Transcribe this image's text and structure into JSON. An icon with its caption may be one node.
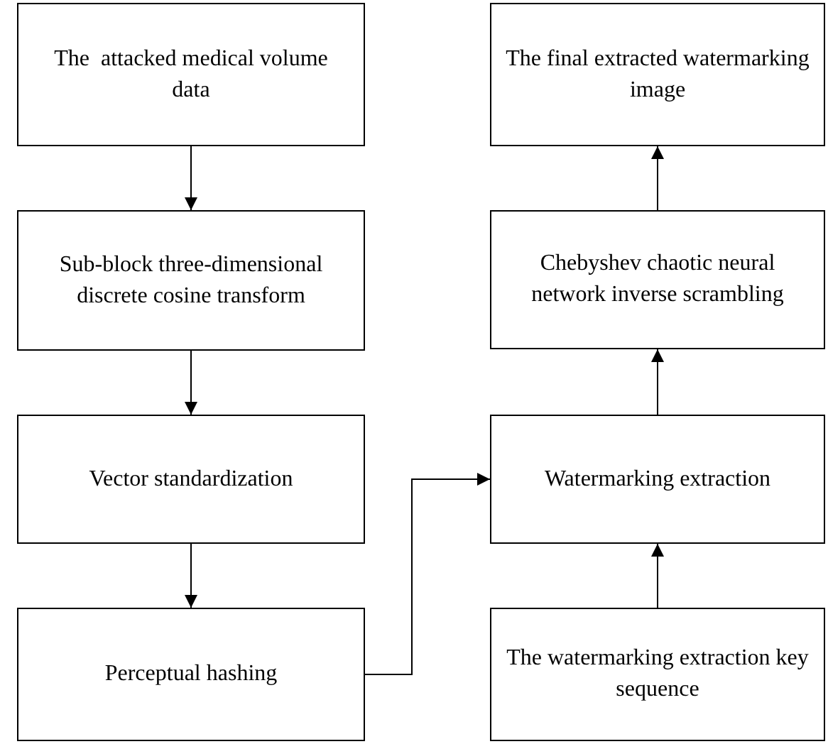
{
  "diagram": {
    "nodes": [
      {
        "text": [
          "The  attacked medical volume data"
        ]
      },
      {
        "text": [
          "Sub-block three-dimensional discrete cosine transform"
        ]
      },
      {
        "text": [
          "Vector standardization"
        ]
      },
      {
        "text": [
          "Perceptual hashing"
        ]
      },
      {
        "text": [
          "The final extracted watermarking image"
        ]
      },
      {
        "text": [
          "Chebyshev chaotic neural network inverse scrambling"
        ]
      },
      {
        "text": [
          "Watermarking extraction"
        ]
      },
      {
        "text": [
          "The watermarking extraction key sequence"
        ]
      }
    ],
    "edges": [
      {
        "from": 0,
        "to": 1,
        "arrow": "to"
      },
      {
        "from": 1,
        "to": 2,
        "arrow": "to"
      },
      {
        "from": 2,
        "to": 3,
        "arrow": "to"
      },
      {
        "from": 3,
        "to": 6,
        "arrow": "to"
      },
      {
        "from": 7,
        "to": 6,
        "arrow": "to"
      },
      {
        "from": 6,
        "to": 5,
        "arrow": "to"
      },
      {
        "from": 5,
        "to": 4,
        "arrow": "to"
      }
    ]
  }
}
